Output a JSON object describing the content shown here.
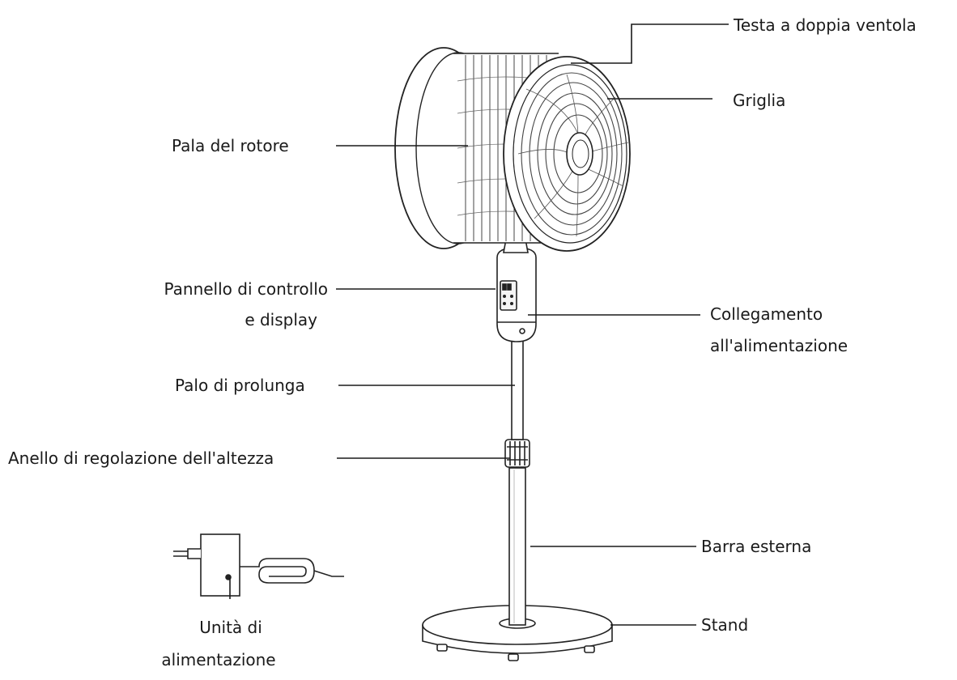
{
  "labels": {
    "testa": "Testa a doppia ventola",
    "griglia": "Griglia",
    "pala": "Pala del rotore",
    "pannello_1": "Pannello di controllo",
    "pannello_2": "e display",
    "collegamento_1": "Collegamento",
    "collegamento_2": "all'alimentazione",
    "palo": "Palo di prolunga",
    "anello": "Anello di regolazione dell'altezza",
    "barra": "Barra esterna",
    "stand": "Stand",
    "unita_1": "Unità di",
    "unita_2": "alimentazione"
  },
  "colors": {
    "line": "#1a1a1a",
    "grille": "#444444",
    "outline": "#222222"
  }
}
